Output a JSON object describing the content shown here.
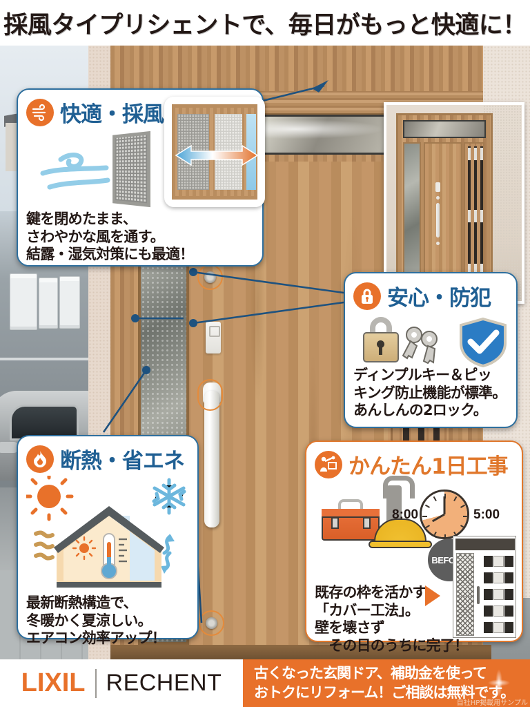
{
  "title": "採風タイプリシェントで、毎日がもっと快適に！",
  "colors": {
    "accent_orange": "#e8712a",
    "title_blue": "#1f5f93",
    "card_border_blue": "#2e6f9e",
    "card_border_orange": "#e0772b",
    "text_dark": "#231815",
    "shield_blue": "#2b7cc4",
    "before_gray": "#5d5d5d"
  },
  "cards": [
    {
      "id": "comfort-ventilation",
      "icon": "wind-icon",
      "title": "快適・採風",
      "title_color": "#1f5f93",
      "border_color": "#2e6f9e",
      "lines": [
        "鍵を閉めたまま、",
        "さわやかな風を通す。",
        "結露・湿気対策にも最適！"
      ]
    },
    {
      "id": "security",
      "icon": "lock-icon",
      "title": "安心・防犯",
      "title_color": "#1f5f93",
      "border_color": "#2e6f9e",
      "lines": [
        "ディンプルキー＆ピッ",
        "キング防止機能が標準。",
        "あんしんの2ロック。"
      ]
    },
    {
      "id": "insulation",
      "icon": "flame-icon",
      "title": "断熱・省エネ",
      "title_color": "#1f5f93",
      "border_color": "#2e6f9e",
      "lines": [
        "最新断熱構造で、",
        "冬暖かく夏涼しい。",
        "エアコン効率アップ！"
      ]
    },
    {
      "id": "one-day-work",
      "icon": "worker-icon",
      "title": "かんたん1日工事",
      "title_color": "#e0772b",
      "border_color": "#e0772b",
      "lines": [
        "既存の枠を活かす",
        "「カバー工法」。",
        "壁を壊さず",
        "　その日のうちに完了！"
      ],
      "clock": {
        "start": "8:00",
        "end": "5:00"
      },
      "before_label": "BEFORE"
    }
  ],
  "footer": {
    "brand": "LIXIL",
    "product": "RECHENT",
    "promo_lines": [
      "古くなった玄関ドア、補助金を使って",
      "おトクにリフォーム！ご相談は無料です。"
    ],
    "note": "自社HP掲載用サンプル"
  }
}
